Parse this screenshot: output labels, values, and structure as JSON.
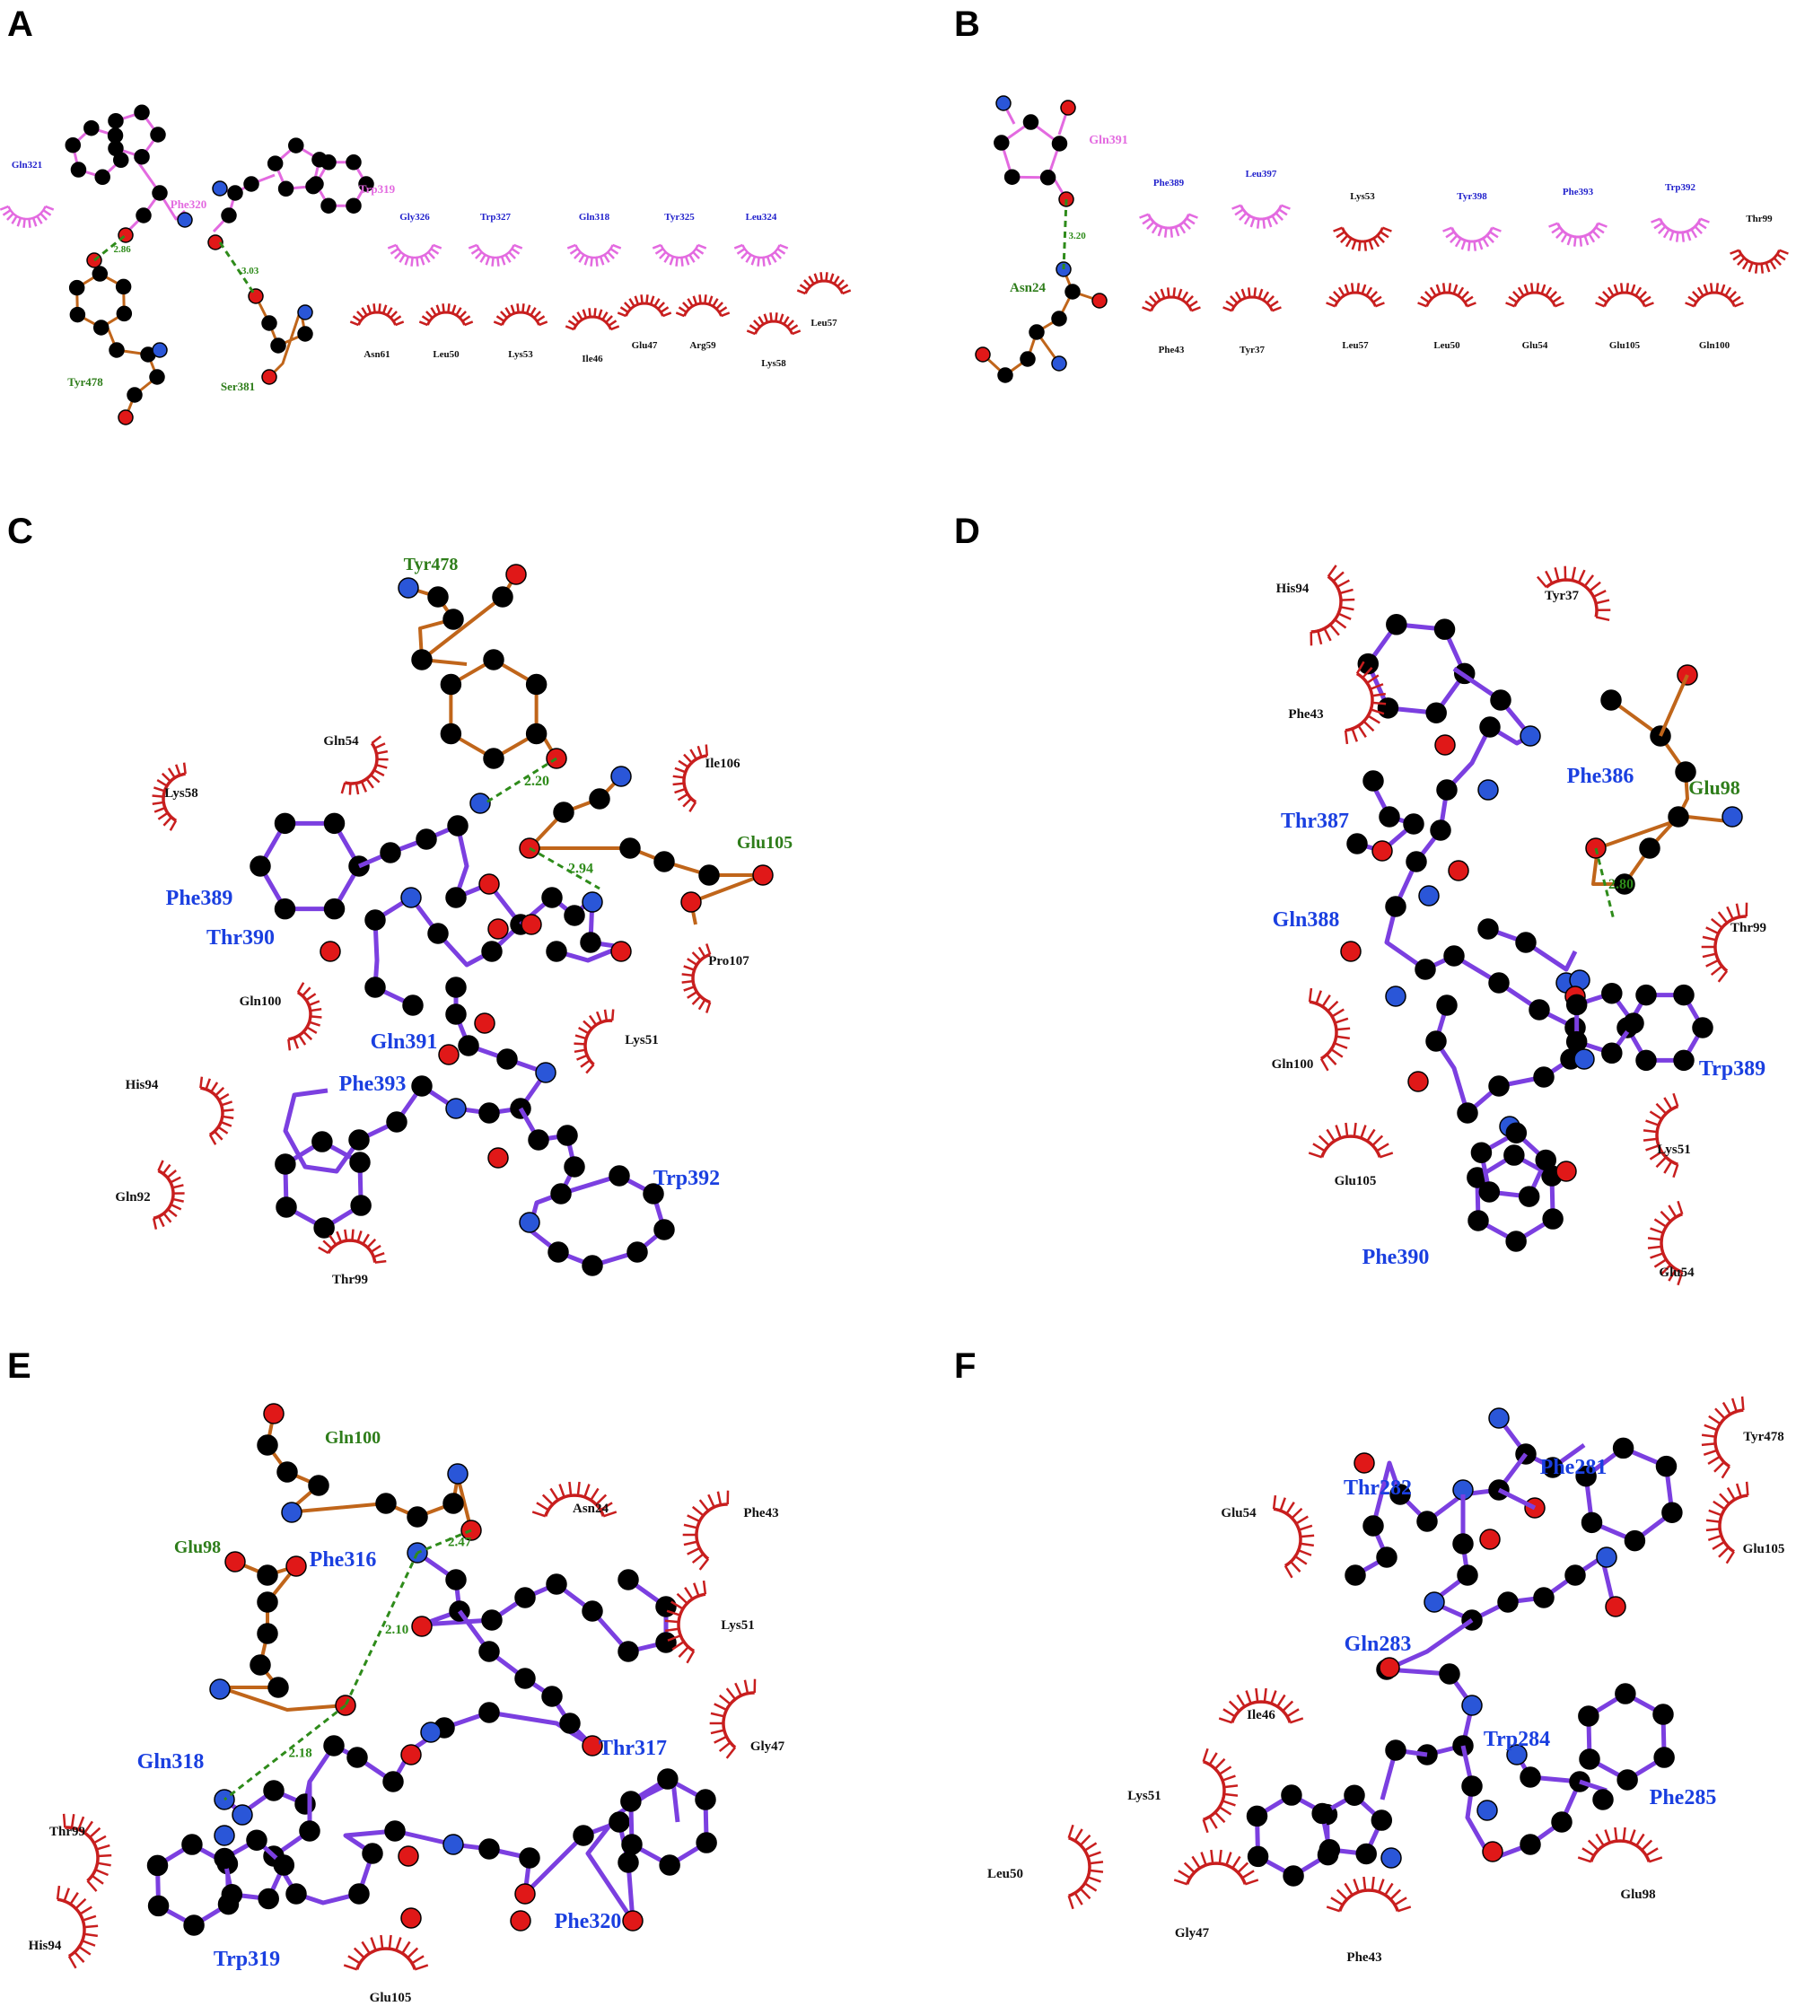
{
  "colors": {
    "ligand_bond": "#7b3fe0",
    "residue_bond": "#c0651a",
    "pink_bond": "#e36ae0",
    "carbon": "#000000",
    "nitrogen": "#2a56d8",
    "oxygen": "#e01818",
    "hbond": "#2e8b1a",
    "hydrophobic_arc": "#c81e1e",
    "hydrophobic_arc_pink": "#e36ae0",
    "residue_green": "#2e7d1a",
    "ligand_label_blue": "#1a3fe0"
  },
  "panels": [
    {
      "label": "A",
      "hbond_distances": [
        "2.86",
        "3.03"
      ],
      "bonded_residues": [
        "Phe320",
        "Trp319",
        "Tyr478",
        "Ser381"
      ],
      "hydrophobic_top": [
        "Gln321",
        "Gly326",
        "Trp327",
        "Gln318",
        "Tyr325",
        "Leu324"
      ],
      "hydrophobic_bottom": [
        "Asn61",
        "Leu50",
        "Lys53",
        "Ile46",
        "Glu47",
        "Arg59",
        "Lys58",
        "Leu57"
      ]
    },
    {
      "label": "B",
      "hbond_distances": [
        "3.20"
      ],
      "bonded_residues": [
        "Gln391",
        "Asn24"
      ],
      "hydrophobic_top": [
        "Phe389",
        "Leu397",
        "Lys53",
        "Tyr398",
        "Phe393",
        "Trp392",
        "Thr99"
      ],
      "hydrophobic_bottom": [
        "Phe43",
        "Tyr37",
        "Leu57",
        "Leu50",
        "Glu54",
        "Glu105",
        "Gln100"
      ]
    },
    {
      "label": "C",
      "hbond_distances": [
        "2.20",
        "2.94"
      ],
      "residues_green": [
        "Tyr478",
        "Glu105"
      ],
      "ligand_residues": [
        "Phe389",
        "Thr390",
        "Gln391",
        "Phe393",
        "Trp392"
      ],
      "hydrophobic": [
        "Gln54",
        "Lys58",
        "Ile106",
        "Pro107",
        "Gln100",
        "Lys51",
        "His94",
        "Gln92",
        "Thr99"
      ]
    },
    {
      "label": "D",
      "hbond_distances": [
        "2.80"
      ],
      "residues_green": [
        "Glu98"
      ],
      "ligand_residues": [
        "Phe386",
        "Thr387",
        "Gln388",
        "Trp389",
        "Phe390"
      ],
      "hydrophobic": [
        "His94",
        "Tyr37",
        "Phe43",
        "Thr99",
        "Gln100",
        "Lys51",
        "Glu105",
        "Glu54"
      ]
    },
    {
      "label": "E",
      "hbond_distances": [
        "2.47",
        "2.10",
        "2.18"
      ],
      "residues_green": [
        "Gln100",
        "Glu98"
      ],
      "ligand_residues": [
        "Phe316",
        "Thr317",
        "Gln318",
        "Trp319",
        "Phe320"
      ],
      "hydrophobic": [
        "Asn24",
        "Phe43",
        "Lys51",
        "Gly47",
        "Thr99",
        "His94",
        "Glu105"
      ]
    },
    {
      "label": "F",
      "hbond_distances": [],
      "ligand_residues": [
        "Phe281",
        "Thr282",
        "Gln283",
        "Trp284",
        "Phe285"
      ],
      "hydrophobic": [
        "Tyr478",
        "Glu54",
        "Glu105",
        "Ile46",
        "Lys51",
        "Leu50",
        "Gly47",
        "Phe43",
        "Glu98"
      ]
    }
  ]
}
